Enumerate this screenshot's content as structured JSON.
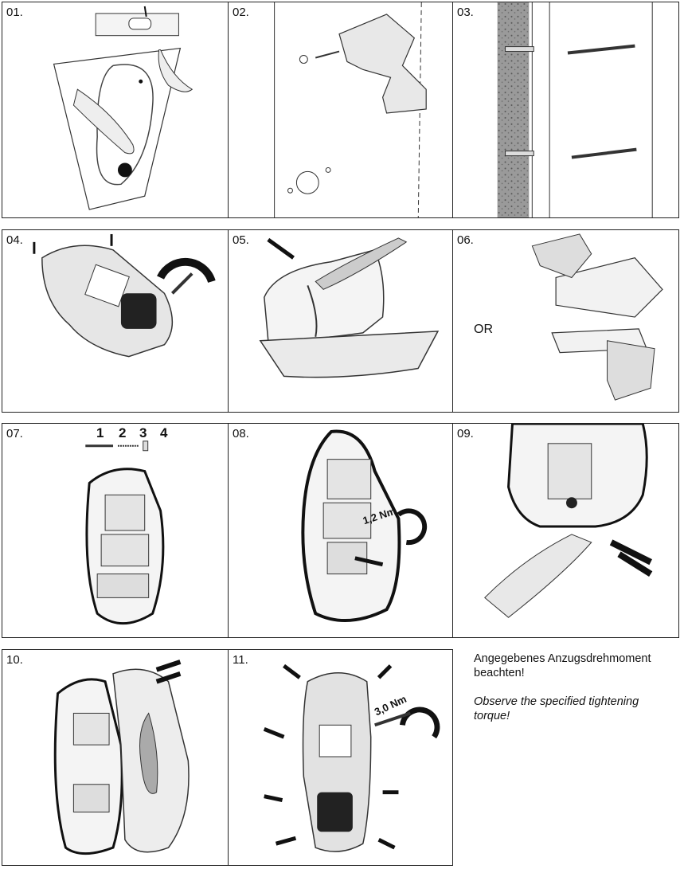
{
  "steps": [
    {
      "number": "01."
    },
    {
      "number": "02."
    },
    {
      "number": "03."
    },
    {
      "number": "04."
    },
    {
      "number": "05."
    },
    {
      "number": "06.",
      "or_text": "OR"
    },
    {
      "number": "07.",
      "part_numbers": [
        "1",
        "2",
        "3",
        "4"
      ]
    },
    {
      "number": "08.",
      "torque": "1,2 Nm"
    },
    {
      "number": "09."
    },
    {
      "number": "10."
    },
    {
      "number": "11.",
      "torque": "3,0 Nm"
    }
  ],
  "note": {
    "german": "Angegebenes Anzugsdrehmoment beachten!",
    "english": "Observe the specified tightening torque!"
  }
}
